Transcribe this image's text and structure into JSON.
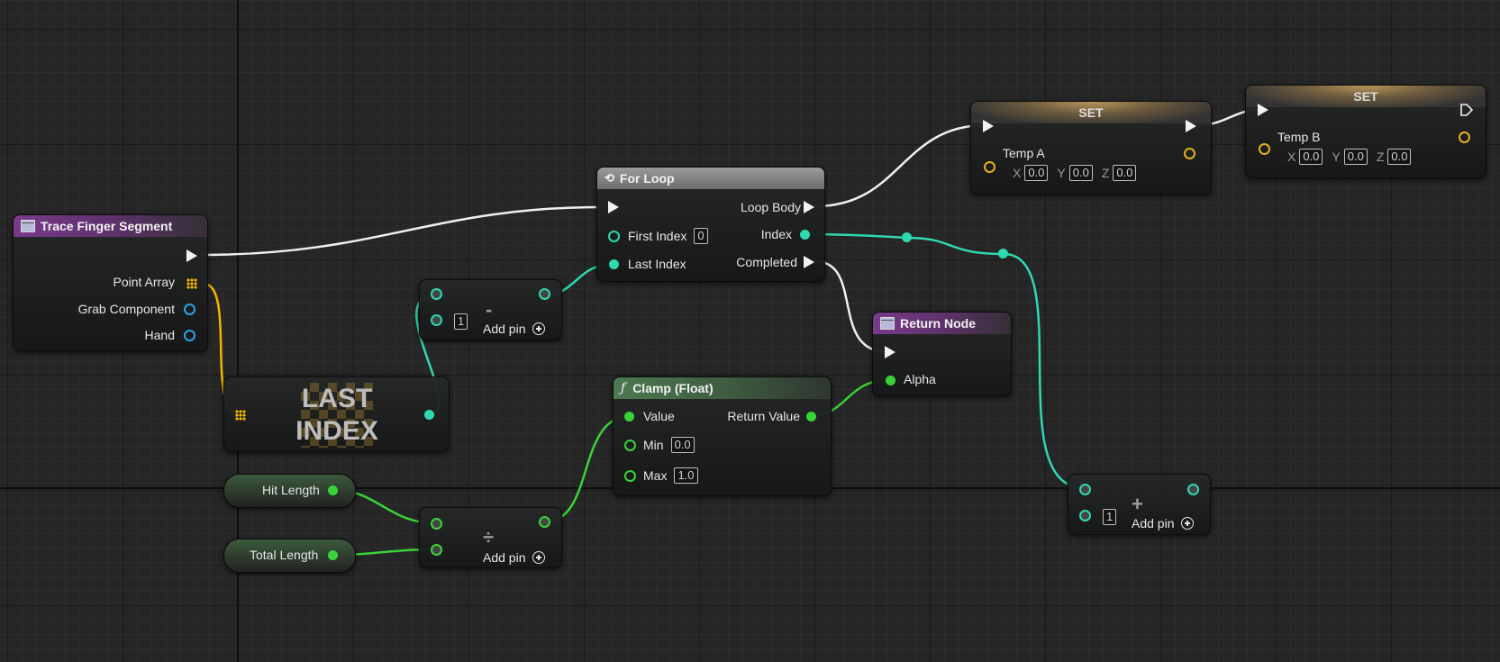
{
  "colors": {
    "exec_wire": "#ffffff",
    "int_pin": "#2fd9b2",
    "float_pin": "#3ad23a",
    "object_pin": "#2ca2e8",
    "vector_pin": "#e8b020",
    "function_header": "#7a3a8c",
    "pure_function_header": "#4c7a52",
    "macro_header": "#8a8a8a"
  },
  "trace_node": {
    "title": "Trace Finger Segment",
    "pins": [
      "Point Array",
      "Grab Component",
      "Hand"
    ]
  },
  "last_index_node": {
    "label": "LAST INDEX",
    "line1": "LAST",
    "line2": "INDEX"
  },
  "subtract_node": {
    "operator": "-",
    "const_value": "1",
    "add_pin": "Add pin"
  },
  "for_loop_node": {
    "title": "For Loop",
    "first_index_label": "First Index",
    "first_index_value": "0",
    "last_index_label": "Last Index",
    "loop_body": "Loop Body",
    "index": "Index",
    "completed": "Completed"
  },
  "set_a_node": {
    "title": "SET",
    "var": "Temp A",
    "x": "0.0",
    "y": "0.0",
    "z": "0.0"
  },
  "set_b_node": {
    "title": "SET",
    "var": "Temp B",
    "x": "0.0",
    "y": "0.0",
    "z": "0.0"
  },
  "axis_labels": {
    "x": "X",
    "y": "Y",
    "z": "Z"
  },
  "return_node": {
    "title": "Return Node",
    "alpha": "Alpha"
  },
  "clamp_node": {
    "title": "Clamp (Float)",
    "value": "Value",
    "return_value": "Return Value",
    "min_label": "Min",
    "min_value": "0.0",
    "max_label": "Max",
    "max_value": "1.0"
  },
  "hit_length_node": {
    "label": "Hit Length"
  },
  "total_length_node": {
    "label": "Total Length"
  },
  "divide_node": {
    "operator": "÷",
    "add_pin": "Add pin"
  },
  "add_node": {
    "operator": "+",
    "const_value": "1",
    "add_pin": "Add pin"
  }
}
